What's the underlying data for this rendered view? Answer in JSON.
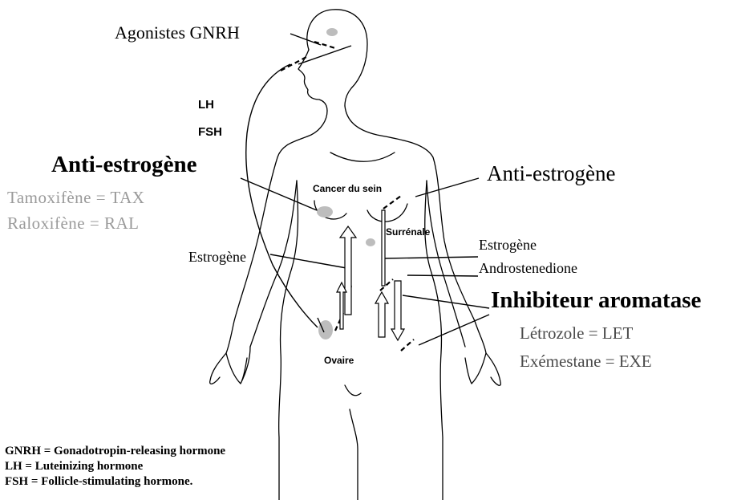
{
  "labels": {
    "agonistes_gnrh": "Agonistes GNRH",
    "lh": "LH",
    "fsh": "FSH",
    "anti_estrogene_left": "Anti-estrogène",
    "tamoxifene": "Tamoxifène = TAX",
    "raloxifene": "Raloxifène = RAL",
    "anti_estrogene_right": "Anti-estrogène",
    "cancer_du_sein": "Cancer du sein",
    "surrenale": "Surrénale",
    "estrogene_left": "Estrogène",
    "estrogene_right": "Estrogène",
    "androstenedione": "Androstenedione",
    "inhibiteur_aromatase": "Inhibiteur aromatase",
    "letrozole": "Létrozole = LET",
    "exemestane": "Exémestane = EXE",
    "ovaire": "Ovaire"
  },
  "legend": [
    "GNRH = Gonadotropin-releasing hormone",
    "LH = Luteinizing hormone",
    "FSH = Follicle-stimulating hormone."
  ]
}
